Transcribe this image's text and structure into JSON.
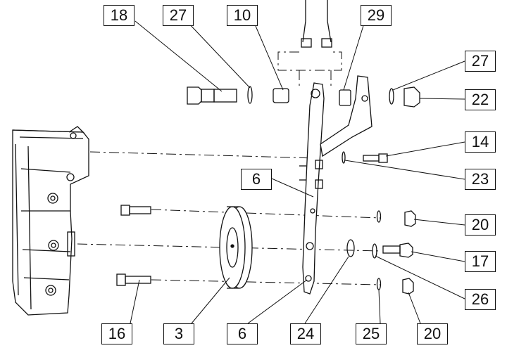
{
  "diagram": {
    "callouts": [
      {
        "id": "c18a",
        "label": "18"
      },
      {
        "id": "c27a",
        "label": "27"
      },
      {
        "id": "c10",
        "label": "10"
      },
      {
        "id": "c29",
        "label": "29"
      },
      {
        "id": "c27b",
        "label": "27"
      },
      {
        "id": "c22",
        "label": "22"
      },
      {
        "id": "c14",
        "label": "14"
      },
      {
        "id": "c23",
        "label": "23"
      },
      {
        "id": "c6a",
        "label": "6"
      },
      {
        "id": "c20a",
        "label": "20"
      },
      {
        "id": "c17",
        "label": "17"
      },
      {
        "id": "c26",
        "label": "26"
      },
      {
        "id": "c16",
        "label": "16"
      },
      {
        "id": "c3",
        "label": "3"
      },
      {
        "id": "c6b",
        "label": "6"
      },
      {
        "id": "c24",
        "label": "24"
      },
      {
        "id": "c25",
        "label": "25"
      },
      {
        "id": "c20b",
        "label": "20"
      }
    ]
  }
}
